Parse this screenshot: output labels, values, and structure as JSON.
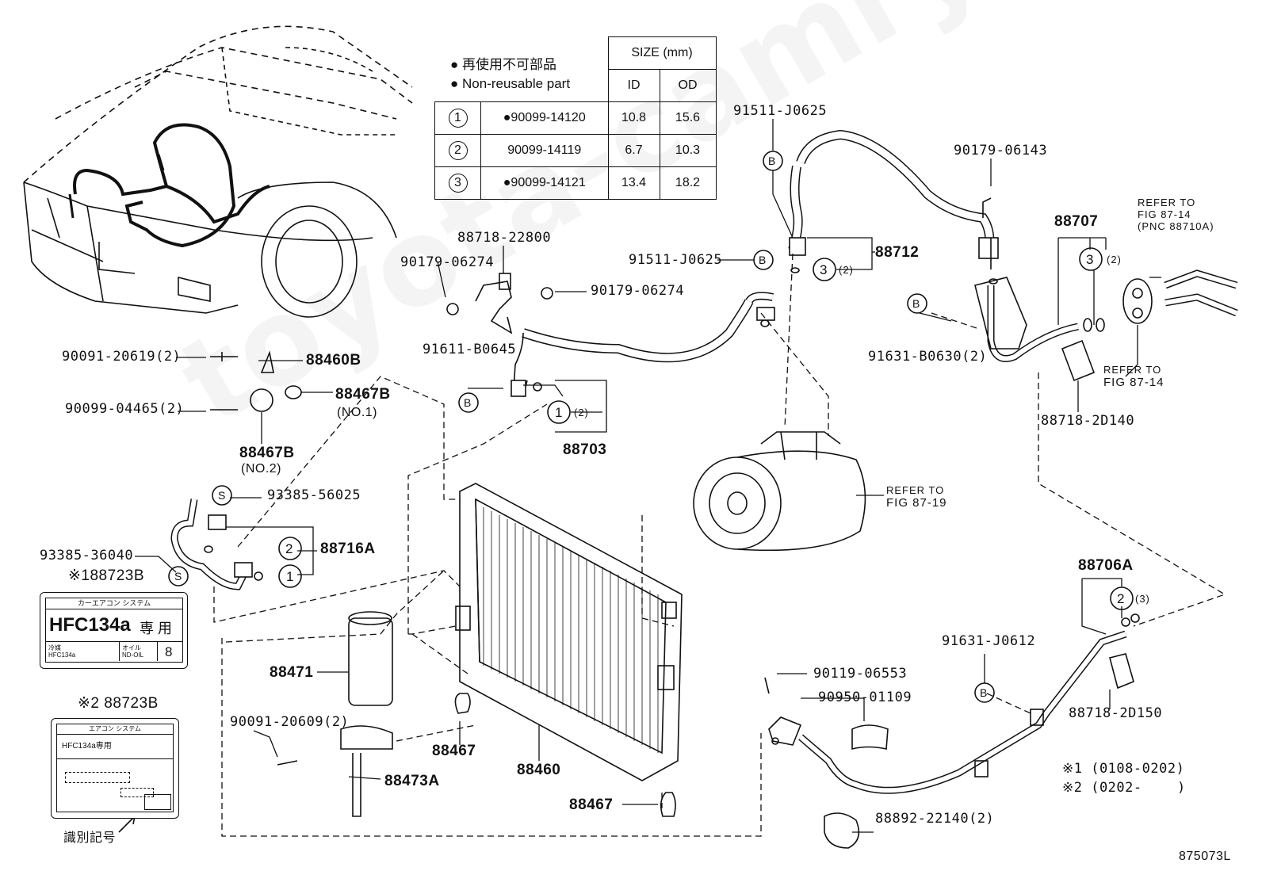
{
  "legend": {
    "bullet_jp": "● 再使用不可部品",
    "bullet_en": "● Non-reusable part"
  },
  "size_table": {
    "size_header": "SIZE (mm)",
    "id_header": "ID",
    "od_header": "OD",
    "rows": [
      {
        "ref": "1",
        "part": "●90099-14120",
        "id": "10.8",
        "od": "15.6"
      },
      {
        "ref": "2",
        "part": "90099-14119",
        "id": "6.7",
        "od": "10.3"
      },
      {
        "ref": "3",
        "part": "●90099-14121",
        "id": "13.4",
        "od": "18.2"
      }
    ]
  },
  "labels": {
    "p91511_top": "91511-J0625",
    "p90179_06143": "90179-06143",
    "p88712": "88712",
    "p91511_mid": "91511-J0625",
    "p88707": "88707",
    "refer_87_14_a": "REFER TO",
    "refer_87_14_a2": "FIG 87-14",
    "refer_87_14_a3": "(PNC 88710A)",
    "p91631_b0630": "91631-B0630(2)",
    "refer_87_14_b": "REFER TO",
    "refer_87_14_b2": "FIG 87-14",
    "p88718_2d140": "88718-2D140",
    "p88718_22800": "88718-22800",
    "p90179_06274_a": "90179-06274",
    "p90179_06274_b": "90179-06274",
    "p91611_b0645": "91611-B0645",
    "p88703": "88703",
    "p90091_20619": "90091-20619(2)",
    "p88460b": "88460B",
    "p90099_04465": "90099-04465(2)",
    "p88467b_1": "88467B",
    "p88467b_1_no": "(NO.1)",
    "p88467b_2": "88467B",
    "p88467b_2_no": "(NO.2)",
    "p93385_56025": "93385-56025",
    "p88716a": "88716A",
    "p93385_36040": "93385-36040",
    "p88723b_1": "※188723B",
    "p88723b_2": "※2 88723B",
    "refer_87_19": "REFER TO",
    "refer_87_19_2": "FIG 87-19",
    "p88706a": "88706A",
    "p91631_j0612": "91631-J0612",
    "p88718_2d150": "88718-2D150",
    "p90119_06553": "90119-06553",
    "p90950_01109": "90950-01109",
    "p88471": "88471",
    "p90091_20609": "90091-20609(2)",
    "p88467_a": "88467",
    "p88460": "88460",
    "p88473a": "88473A",
    "p88467_b": "88467",
    "p88892": "88892-22140(2)",
    "note1": "※1 (0108-0202)",
    "note2": "※2 (0202-",
    "note2_close": ")",
    "ident_mark": "識別記号",
    "fig_no": "875073L",
    "qty_2_a": "(2)",
    "qty_2_b": "(2)",
    "qty_2_c": "(2)",
    "qty_3": "(3)"
  },
  "callouts": {
    "b": "B",
    "s": "S",
    "one": "1",
    "two": "2",
    "three": "3"
  },
  "card1": {
    "header": "カーエアコン システム",
    "main": "HFC134a",
    "main_suffix": "専 用",
    "row_left": "冷媒",
    "row_left2": "HFC134a",
    "row_mid": "オイル",
    "row_mid2": "ND-OIL",
    "row_right": "8"
  },
  "card2": {
    "header": "エアコン システム",
    "main": "HFC134a専用"
  },
  "watermark": "toyota-camry.ru"
}
